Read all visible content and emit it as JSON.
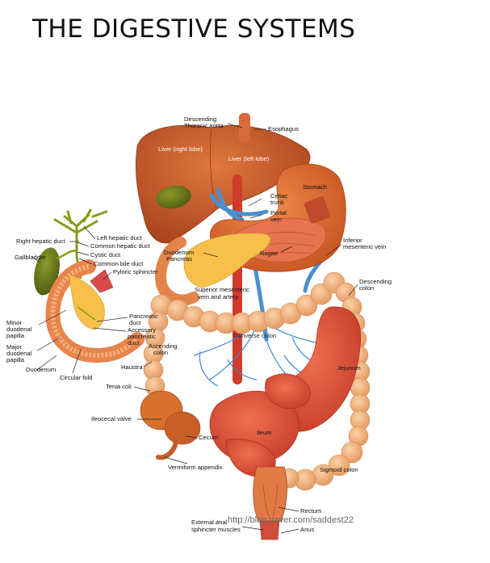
{
  "title": "THE DIGESTIVE SYSTEMS",
  "labels": {
    "descending_thoracic_aorta": [
      "Descending",
      "Thoracic aorta"
    ],
    "esophagus": "Esophagus",
    "liver_right": "Liver (right lobe)",
    "liver_left": "Liver (left lobe)",
    "stomach": "Stomach",
    "celiac_trunk": [
      "Celiac",
      "trunk"
    ],
    "portal_vein": [
      "Portal",
      "vein"
    ],
    "right_hepatic_duct": "Right hepatic duct",
    "left_hepatic_duct": "Left hepatic duct",
    "common_hepatic_duct": "Common hepatic duct",
    "cystic_duct": "Cystic duct",
    "common_bile_duct": "Common bile duct",
    "pyloric_sphincter": "Pyloric sphincter",
    "gallbladder": "Gallbladder",
    "duodenum_upper": "Duodenum",
    "pancreas": "Pancreas",
    "rugae": "Rugae",
    "inferior_mesenteric_vein": [
      "Inferior",
      "mesenteric vein"
    ],
    "descending_colon": [
      "Descending",
      "colon"
    ],
    "superior_mesenteric": [
      "Superior mesenteric",
      "vein and artery"
    ],
    "minor_duodenal_papilla": [
      "Minor",
      "duodenal",
      "papilla"
    ],
    "major_duodenal_papilla": [
      "Major",
      "duodenal",
      "papilla"
    ],
    "duodenum_lower": "Duodenum",
    "circular_fold": "Circular fold",
    "pancreatic_duct": [
      "Pancreatic",
      "duct"
    ],
    "accessory_pancreatic_duct": [
      "Accessory",
      "pancreatic",
      "duct"
    ],
    "ascending_colon": [
      "Ascending",
      "colon"
    ],
    "transverse_colon": "Tranverse colon",
    "haustra": "Haustra",
    "tenia_coli": "Tenia coli",
    "jejunum": "Jejunum",
    "ileocecal_valve": "Ileocecal valve",
    "ileum": "Ileum",
    "cecum": "Cecum",
    "vermiform_appendix": "Vermiform appendix",
    "sigmoid_colon": "Sigmoid colon",
    "rectum": "Rectum",
    "external_anal_sphincter": [
      "External anal",
      "sphincter muscles"
    ],
    "anus": "Anus"
  },
  "watermark": "http://blog.naver.com/saddest22",
  "colors": {
    "liver": "#c85a2a",
    "gallbladder": "#6b7a1c",
    "stomach": "#d9682e",
    "colon": "#f4b07c",
    "small_intestine": "#d94f36",
    "artery": "#d23a2a",
    "vein": "#4a8fd0",
    "pancreas": "#f6c04a"
  }
}
